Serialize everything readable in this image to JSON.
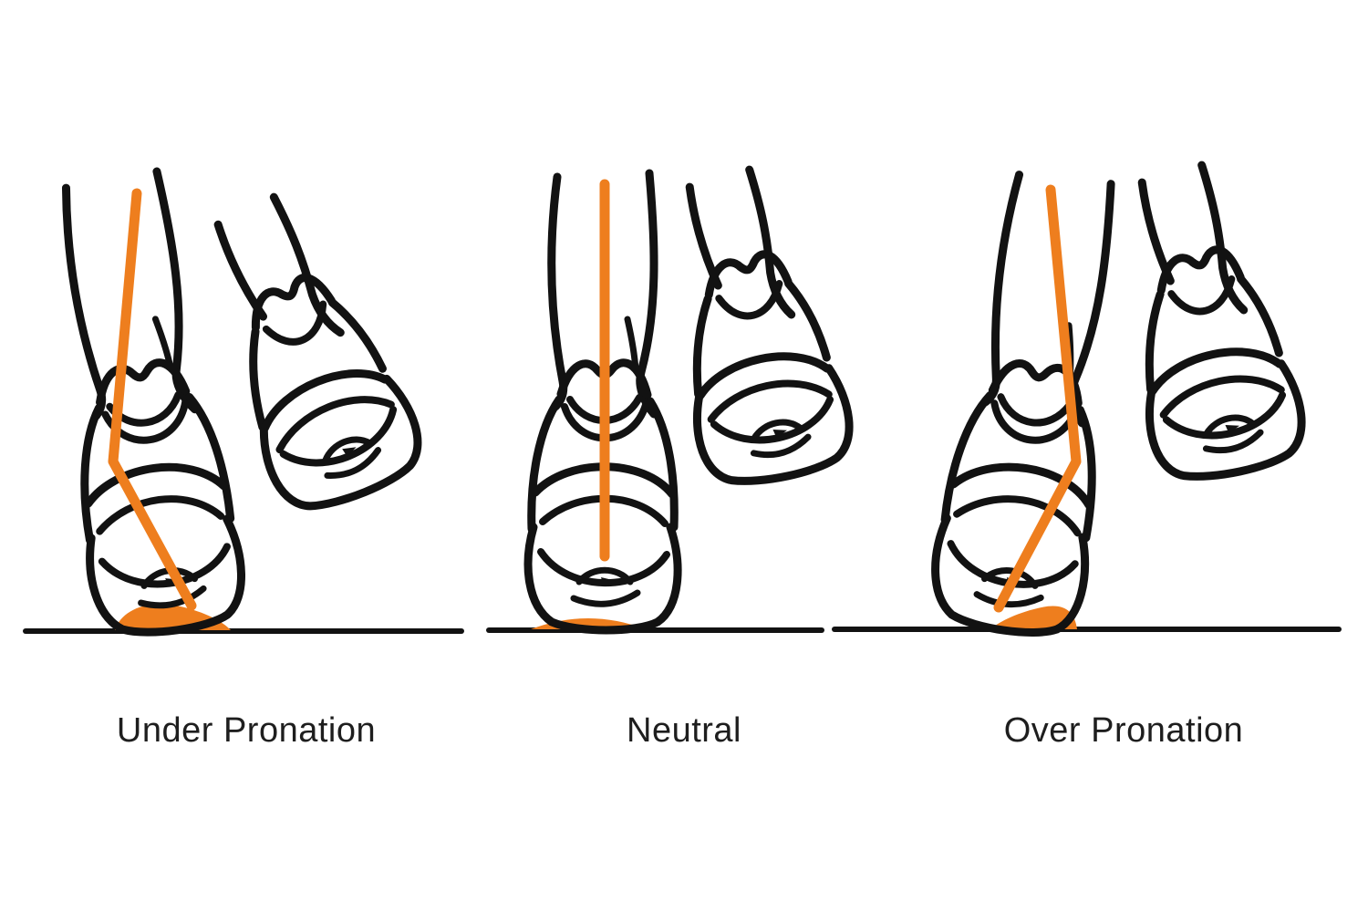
{
  "diagram": {
    "title": "Foot pronation comparison diagram",
    "background_color": "#ffffff",
    "outline_color": "#121212",
    "accent_color": "#EE7E1E",
    "label_color": "#1e1e1e"
  },
  "panels": [
    {
      "id": "under-pronation",
      "label": "Under Pronation",
      "alignment_line": "bends outward at ankle, heel rolls to lateral (outer) edge",
      "heel_contact": "lateral edge of heel shaded orange"
    },
    {
      "id": "neutral",
      "label": "Neutral",
      "alignment_line": "straight vertical through leg and heel",
      "heel_contact": "centered heel strip shaded orange"
    },
    {
      "id": "over-pronation",
      "label": "Over Pronation",
      "alignment_line": "bends inward at ankle, heel collapses to medial (inner) edge",
      "heel_contact": "medial edge of heel shaded orange"
    }
  ]
}
